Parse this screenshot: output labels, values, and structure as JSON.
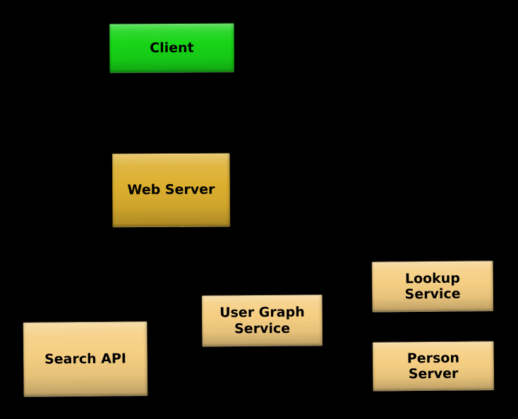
{
  "diagram": {
    "background_color": "#000000",
    "text_color": "#000000",
    "node_colors": {
      "client_green": "#17D417",
      "web_server_gold": "#DCAF2F",
      "service_tan": "#F5CE82"
    },
    "nodes": {
      "client": {
        "label": "Client",
        "fill": "#17D417",
        "text_color": "#000000"
      },
      "web_server": {
        "label": "Web Server",
        "fill": "#DCAF2F",
        "text_color": "#000000"
      },
      "search_api": {
        "label": "Search API",
        "fill": "#F5CE82",
        "text_color": "#000000"
      },
      "user_graph_service": {
        "label": "User Graph\nService",
        "fill": "#F5CE82",
        "text_color": "#000000"
      },
      "lookup_service": {
        "label": "Lookup\nService",
        "fill": "#F5CE82",
        "text_color": "#000000"
      },
      "person_server": {
        "label": "Person\nServer",
        "fill": "#F5CE82",
        "text_color": "#000000"
      }
    }
  }
}
